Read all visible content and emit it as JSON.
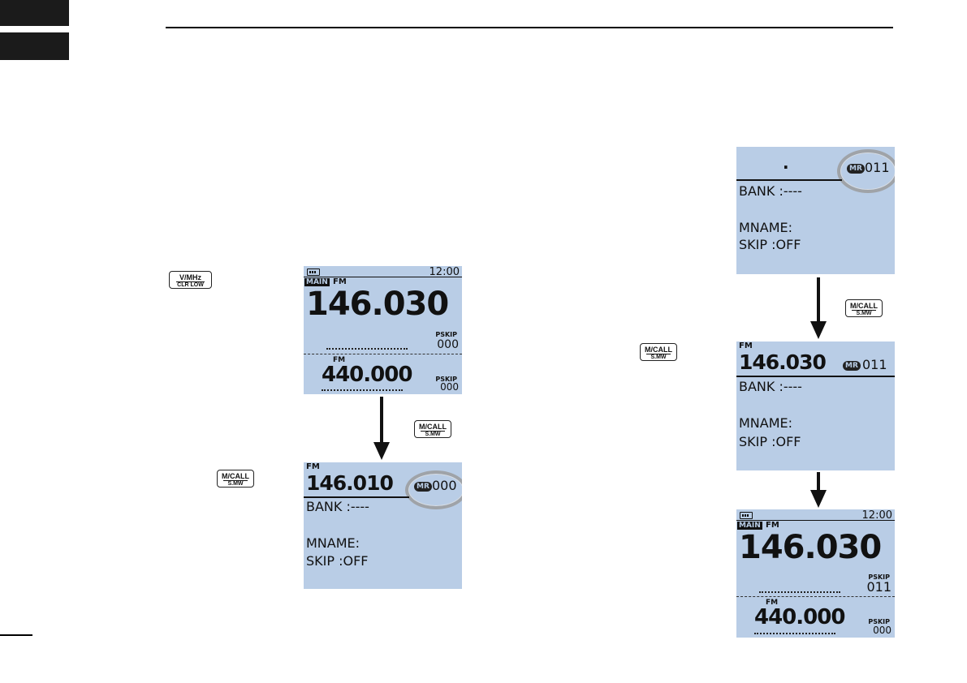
{
  "keys": {
    "vmhz": {
      "top": "V/MHz",
      "bottom": "CLR LOW"
    },
    "mcall": {
      "top": "M/CALL",
      "bottom": "S.MW"
    }
  },
  "lcd_vfo_dual": {
    "time": "12:00",
    "main_tag": "MAIN",
    "mode": "FM",
    "freq_main": "146.030",
    "pskip_label": "PSKIP",
    "pskip_main": "000",
    "mode_sub": "FM",
    "freq_sub": "440.000",
    "pskip_sub": "000"
  },
  "lcd_mw_000": {
    "mode": "FM",
    "freq": "146.010",
    "mr_tag": "MR",
    "channel": "000",
    "bank": "BANK :----",
    "mname": "MNAME:",
    "skip": "SKIP :OFF"
  },
  "lcd_mw_011_blank": {
    "dot": ".",
    "mr_tag": "MR",
    "channel": "011",
    "bank": "BANK :----",
    "mname": "MNAME:",
    "skip": "SKIP :OFF"
  },
  "lcd_mw_011": {
    "mode": "FM",
    "freq": "146.030",
    "mr_tag": "MR",
    "channel": "011",
    "bank": "BANK :----",
    "mname": "MNAME:",
    "skip": "SKIP :OFF"
  },
  "lcd_vfo_result": {
    "time": "12:00",
    "main_tag": "MAIN",
    "mode": "FM",
    "freq_main": "146.030",
    "pskip_label": "PSKIP",
    "pskip_main": "011",
    "mode_sub": "FM",
    "freq_sub": "440.000",
    "pskip_sub": "000"
  }
}
